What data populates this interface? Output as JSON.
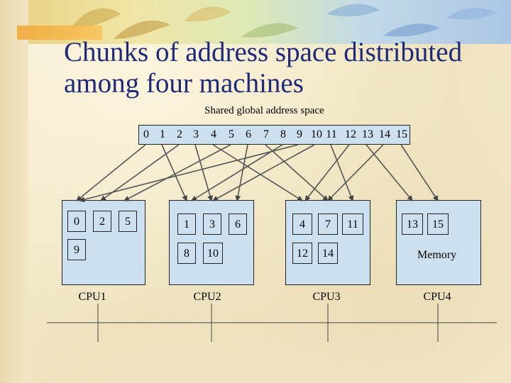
{
  "title": "Chunks of address space distributed among four machines",
  "subtitle": "Shared global address space",
  "addresses": [
    "0",
    "1",
    "2",
    "3",
    "4",
    "5",
    "6",
    "7",
    "8",
    "9",
    "10",
    "11",
    "12",
    "13",
    "14",
    "15"
  ],
  "cpus": [
    {
      "label": "CPU1",
      "chunks": [
        "0",
        "2",
        "5",
        "9"
      ]
    },
    {
      "label": "CPU2",
      "chunks": [
        "1",
        "3",
        "6",
        "8",
        "10"
      ]
    },
    {
      "label": "CPU3",
      "chunks": [
        "4",
        "7",
        "11",
        "12",
        "14"
      ]
    },
    {
      "label": "CPU4",
      "chunks": [
        "13",
        "15"
      ]
    }
  ],
  "memory_label": "Memory"
}
